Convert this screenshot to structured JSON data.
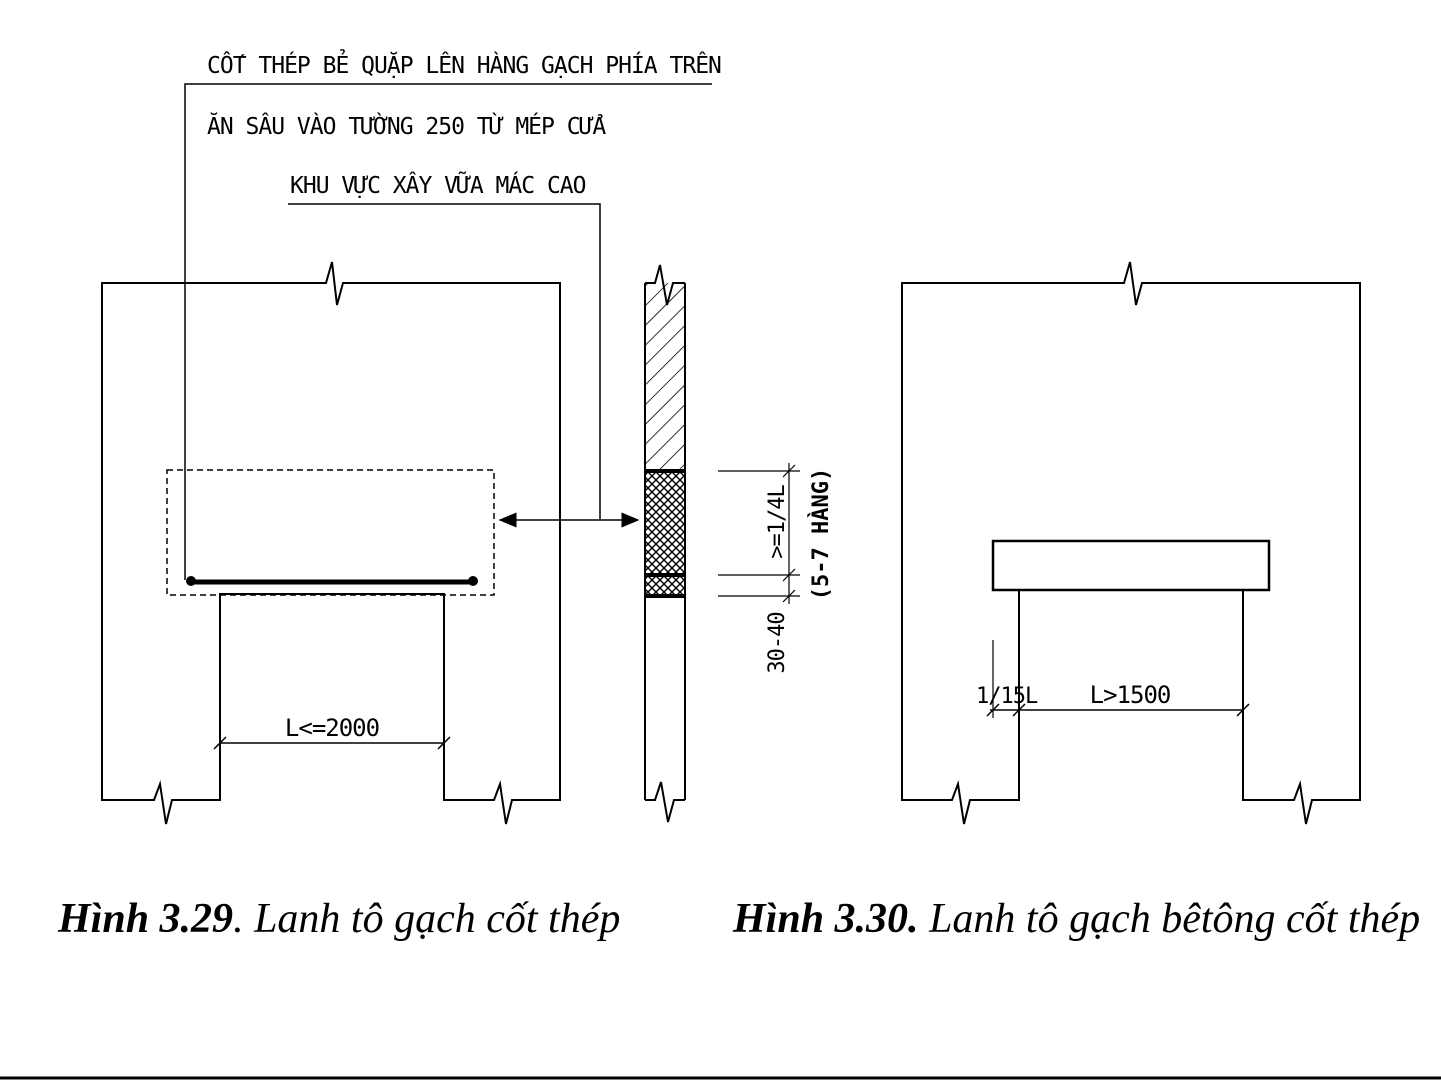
{
  "figure_left": {
    "callouts": {
      "rebar": "CỐT THÉP BẺ QUẶP LÊN HÀNG GẠCH PHÍA TRÊN",
      "embed": "ĂN SÂU VÀO TƯỜNG 250 TỪ MÉP CỬA",
      "mortar_zone": "KHU VỰC XÂY VỮA MÁC CAO"
    },
    "span_label": "L<=2000",
    "section_dims": {
      "height_ratio": ">=1/4L",
      "courses": "(5-7 HÀNG)",
      "bottom": "30-40"
    },
    "caption": {
      "number": "Hình 3.29",
      "text": ". Lanh tô gạch cốt thép"
    }
  },
  "figure_right": {
    "span_label": "L>1500",
    "bearing_label": "1/15L",
    "caption": {
      "number": "Hình 3.30.",
      "text": " Lanh tô gạch bêtông cốt thép"
    }
  }
}
